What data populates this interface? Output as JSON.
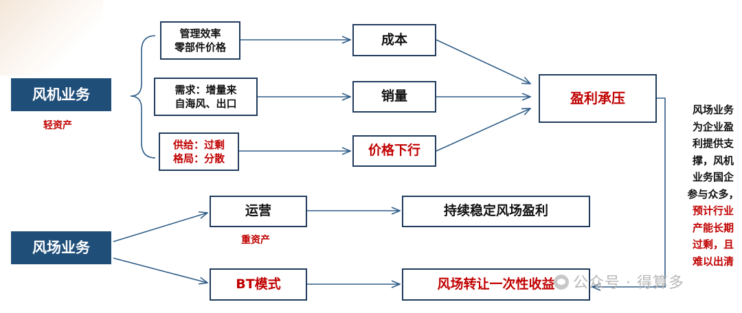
{
  "wind_turbine": {
    "title": "风机业务",
    "tag": "轻资产",
    "factors": [
      {
        "lines": [
          "管理效率",
          "零部件价格"
        ]
      },
      {
        "lines": [
          "需求：增量来",
          "自海风、出口"
        ]
      },
      {
        "lines": [
          "供给：过剩",
          "格局：分散"
        ]
      }
    ],
    "outcomes": [
      "成本",
      "销量",
      "价格下行"
    ],
    "result": "盈利承压"
  },
  "wind_farm": {
    "title": "风场业务",
    "ops": "运营",
    "ops_tag": "重资产",
    "bt": "BT模式",
    "ops_result": "持续稳定风场盈利",
    "bt_result": "风场转让一次性收益"
  },
  "side_note": {
    "lines_black": [
      "风场业务",
      "为企业盈",
      "利提供支",
      "撑，风机",
      "业务国企",
      "参与众多，"
    ],
    "lines_red": [
      "预计行业",
      "产能长期",
      "过剩，且",
      "难以出清"
    ]
  },
  "watermark": "公众号 · 得算多",
  "colors": {
    "navy": "#1f4e79",
    "border": "#1f3a5c",
    "red": "#c00000",
    "arrow": "#2e5c87"
  }
}
